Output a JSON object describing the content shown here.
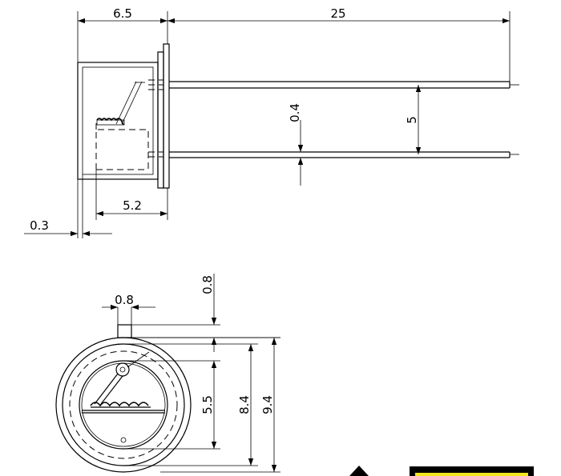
{
  "dimensions": {
    "body_length": "6.5",
    "lead_length": "25",
    "lead_width": "0.4",
    "lead_spacing": "5",
    "inner_length": "5.2",
    "flange_thickness": "0.3",
    "tab_width": "0.8",
    "tab_height": "0.8",
    "window_height": "5.5",
    "can_diameter": "8.4",
    "flange_diameter": "9.4"
  },
  "colors": {
    "line": "#000000",
    "background": "#ffffff",
    "badge_fill": "#000000",
    "badge_accent": "#f5e51b"
  }
}
